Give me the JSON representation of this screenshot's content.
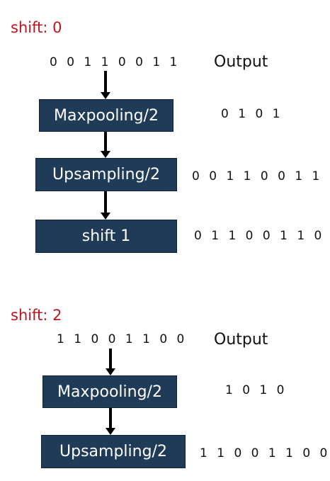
{
  "section1": {
    "title": "shift: 0",
    "input_bits": "0 0 1 1 0 0 1 1",
    "output_label": "Output",
    "steps": [
      {
        "label": "Maxpooling/2",
        "output": "0 1 0 1"
      },
      {
        "label": "Upsampling/2",
        "output": "0 0 1 1 0 0 1 1"
      },
      {
        "label": "shift 1",
        "output": "0 1 1 0 0 1 1 0"
      }
    ]
  },
  "section2": {
    "title": "shift: 2",
    "input_bits": "1 1 0 0 1 1 0 0",
    "output_label": "Output",
    "steps": [
      {
        "label": "Maxpooling/2",
        "output": "1 0 1 0"
      },
      {
        "label": "Upsampling/2",
        "output": "1 1 0 0 1 1 0 0"
      }
    ]
  }
}
